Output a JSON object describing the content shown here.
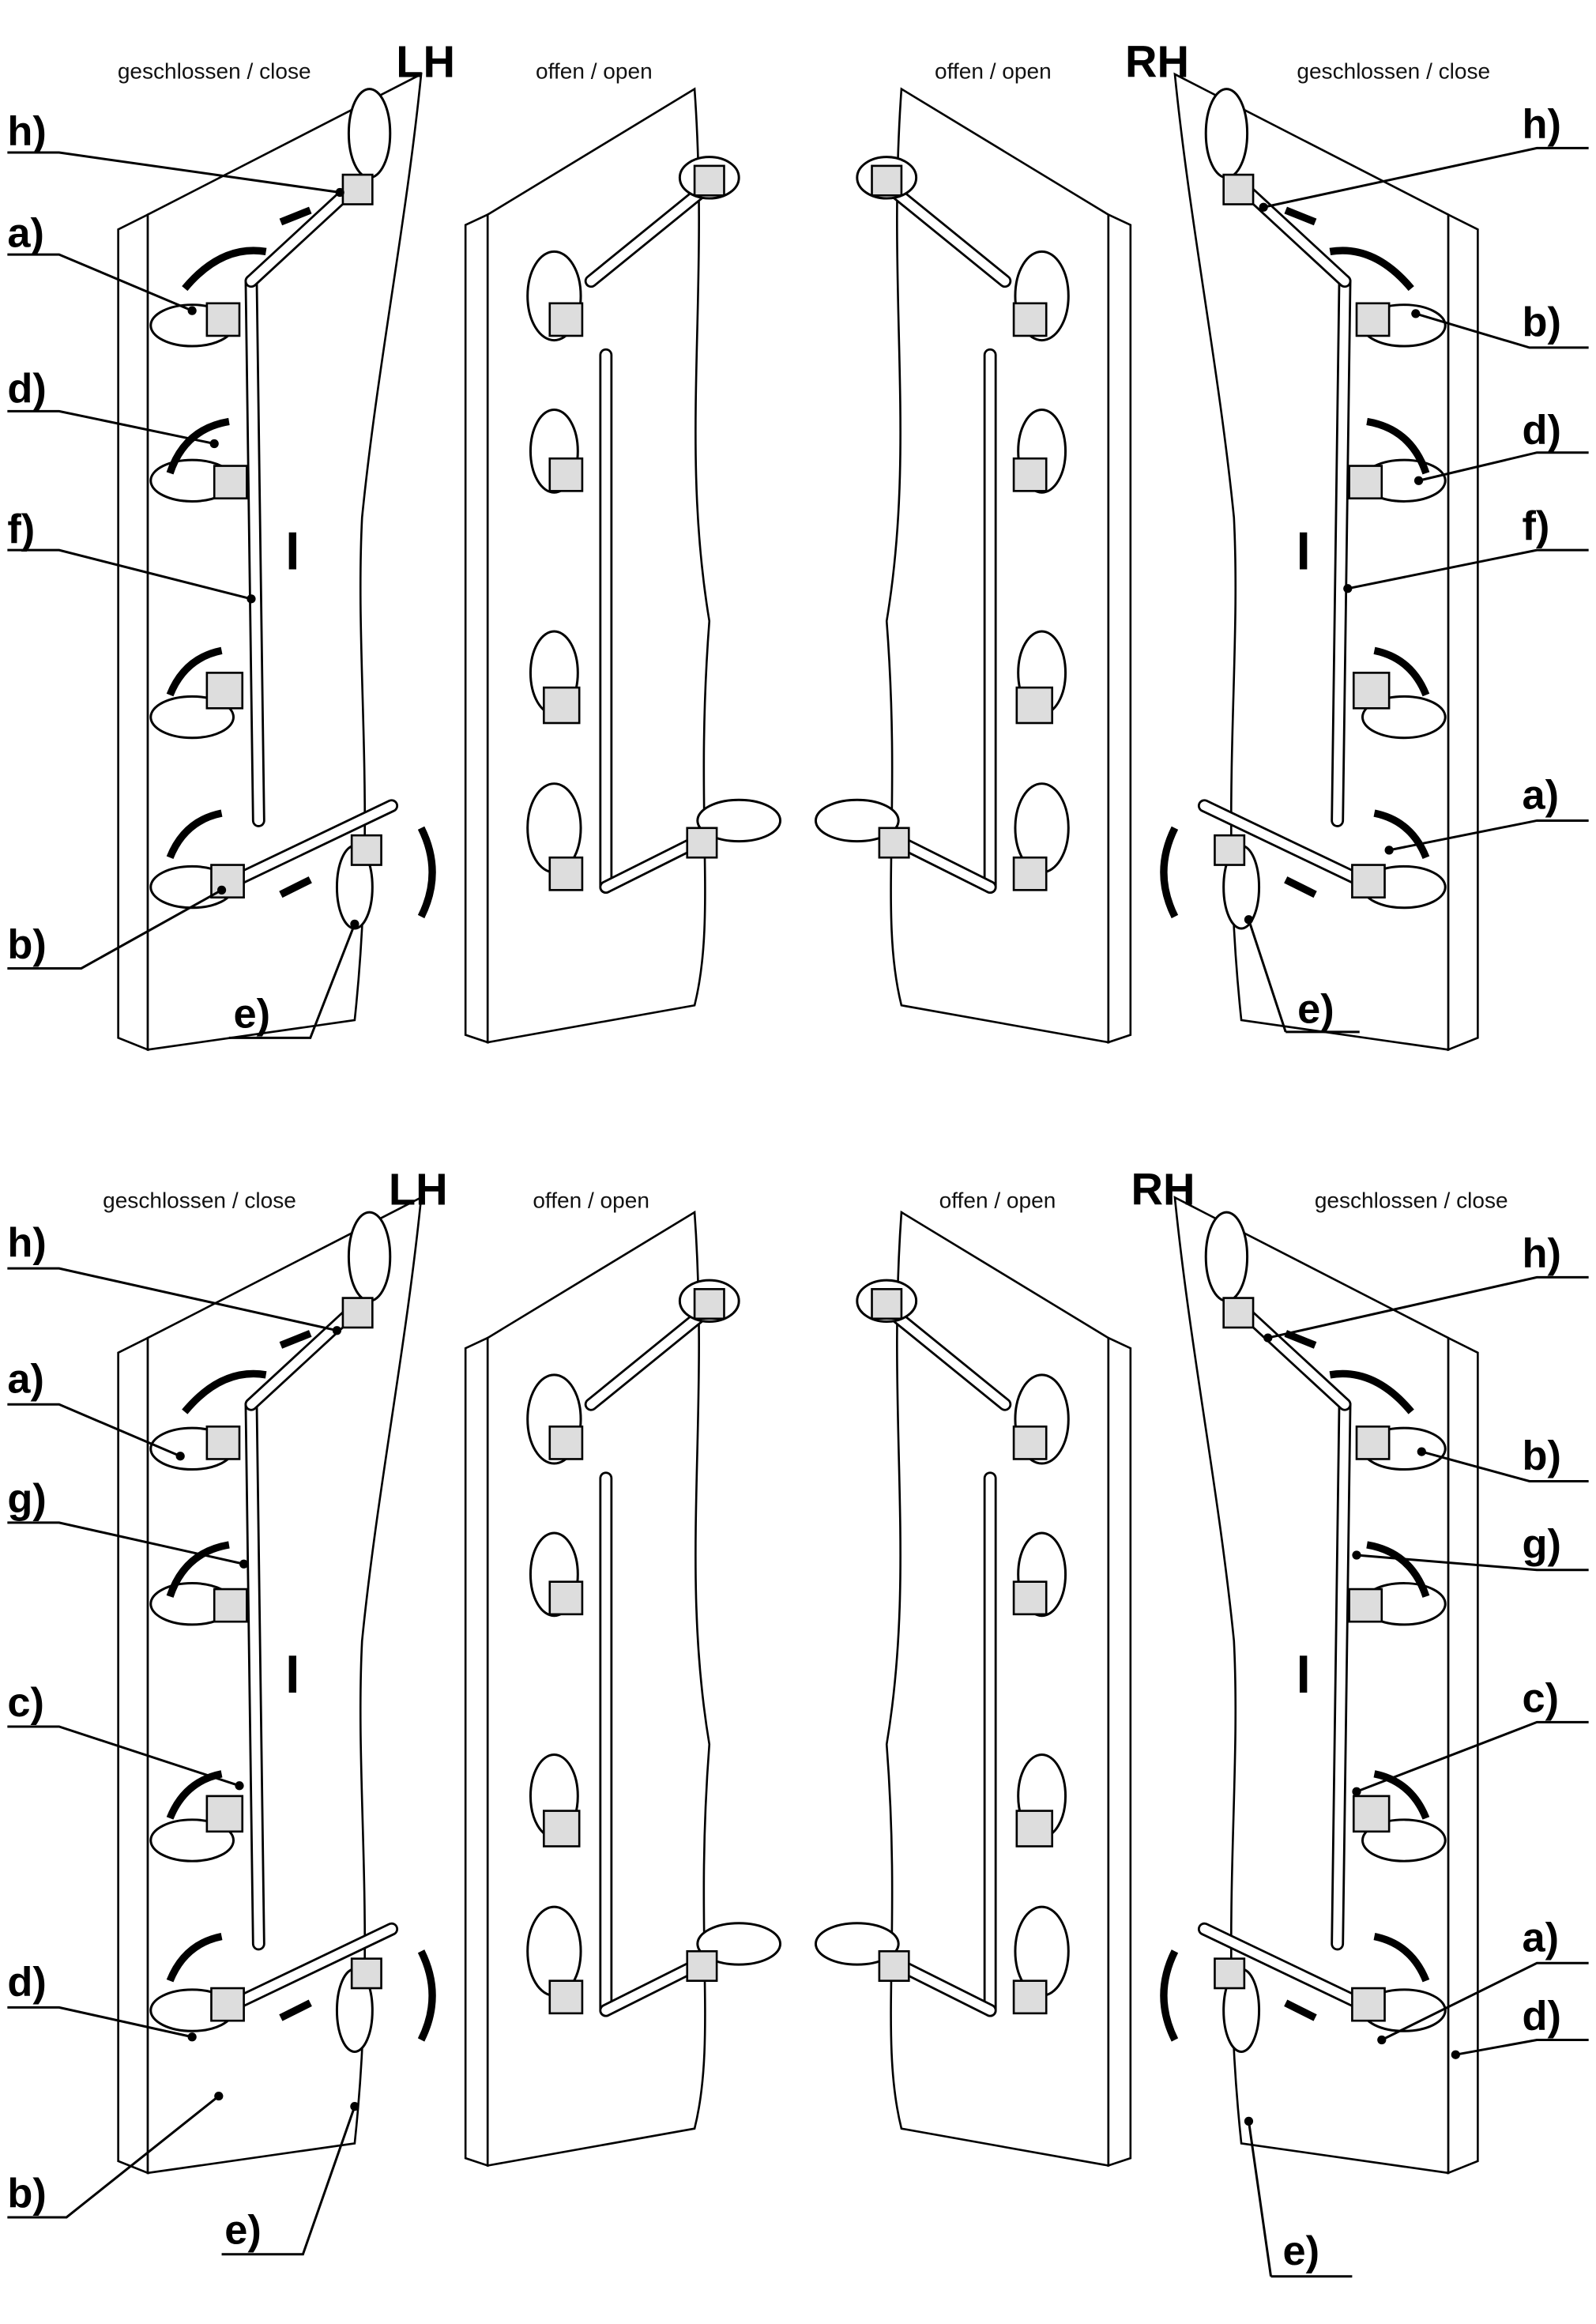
{
  "headers": {
    "closed": "geschlossen / close",
    "open": "offen / open",
    "lh": "LH",
    "rh": "RH"
  },
  "callouts": {
    "a": "a)",
    "b": "b)",
    "c": "c)",
    "d": "d)",
    "e": "e)",
    "f": "f)",
    "g": "g)",
    "h": "h)"
  }
}
